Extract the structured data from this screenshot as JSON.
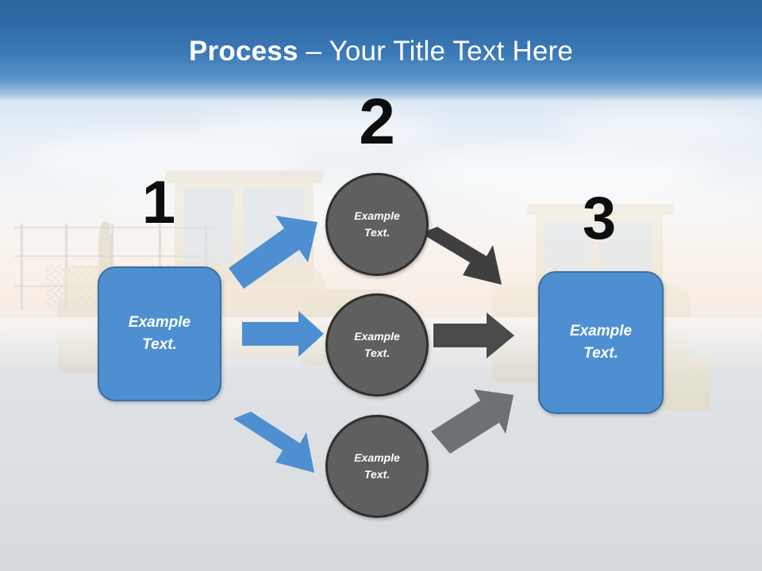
{
  "slide": {
    "title_strong": "Process",
    "title_separator": " – ",
    "title_light": "Your Title Text Here",
    "title_full": "Process – Your Title Text Here"
  },
  "theme": {
    "header_blue_dark": "#2d659f",
    "header_blue_light": "#5a95ca",
    "box_fill": "#4e8fd1",
    "box_border": "#3b6e9f",
    "circle_fill": "#5f5f60",
    "circle_border": "#2f2f30",
    "arrow_blue": "#4e8fd1",
    "arrow_gray_dark": "#4a4a4a",
    "arrow_gray_light": "#6e7173",
    "number_color": "#0d0d0d",
    "text_on_shape": "#ffffff"
  },
  "steps": [
    {
      "number": "1",
      "label_line1": "Example",
      "label_line2": "Text.",
      "shape": "rounded-rectangle"
    },
    {
      "number": "2",
      "label_line1": "Example",
      "label_line2": "Text.",
      "shape": "circle"
    },
    {
      "number": "3",
      "label_line1": "Example",
      "label_line2": "Text.",
      "shape": "rounded-rectangle"
    }
  ],
  "stage1": {
    "number": "1",
    "box": {
      "line1": "Example",
      "line2": "Text."
    }
  },
  "stage2": {
    "number": "2",
    "circles": [
      {
        "line1": "Example",
        "line2": "Text."
      },
      {
        "line1": "Example",
        "line2": "Text."
      },
      {
        "line1": "Example",
        "line2": "Text."
      }
    ]
  },
  "stage3": {
    "number": "3",
    "box": {
      "line1": "Example",
      "line2": "Text."
    }
  },
  "arrows": [
    {
      "id": "blue-up",
      "color": "#4e8fd1",
      "direction": "up-right",
      "from": "stage1-box",
      "to": "stage2-circle-top"
    },
    {
      "id": "blue-right",
      "color": "#4e8fd1",
      "direction": "right",
      "from": "stage1-box",
      "to": "stage2-circle-middle"
    },
    {
      "id": "blue-down",
      "color": "#4e8fd1",
      "direction": "down-right",
      "from": "stage1-box",
      "to": "stage2-circle-bottom"
    },
    {
      "id": "gray-down",
      "color": "#3f3f3f",
      "direction": "down-right",
      "from": "stage2-circle-top",
      "to": "stage3-box"
    },
    {
      "id": "gray-right",
      "color": "#4a4a4a",
      "direction": "right",
      "from": "stage2-circle-middle",
      "to": "stage3-box"
    },
    {
      "id": "gray-up",
      "color": "#6e7173",
      "direction": "up-right",
      "from": "stage2-circle-bottom",
      "to": "stage3-box"
    }
  ],
  "background": {
    "description": "construction site with road rollers",
    "sky_tone": "#dce8f2",
    "ground_tone": "#c9cfd3"
  }
}
